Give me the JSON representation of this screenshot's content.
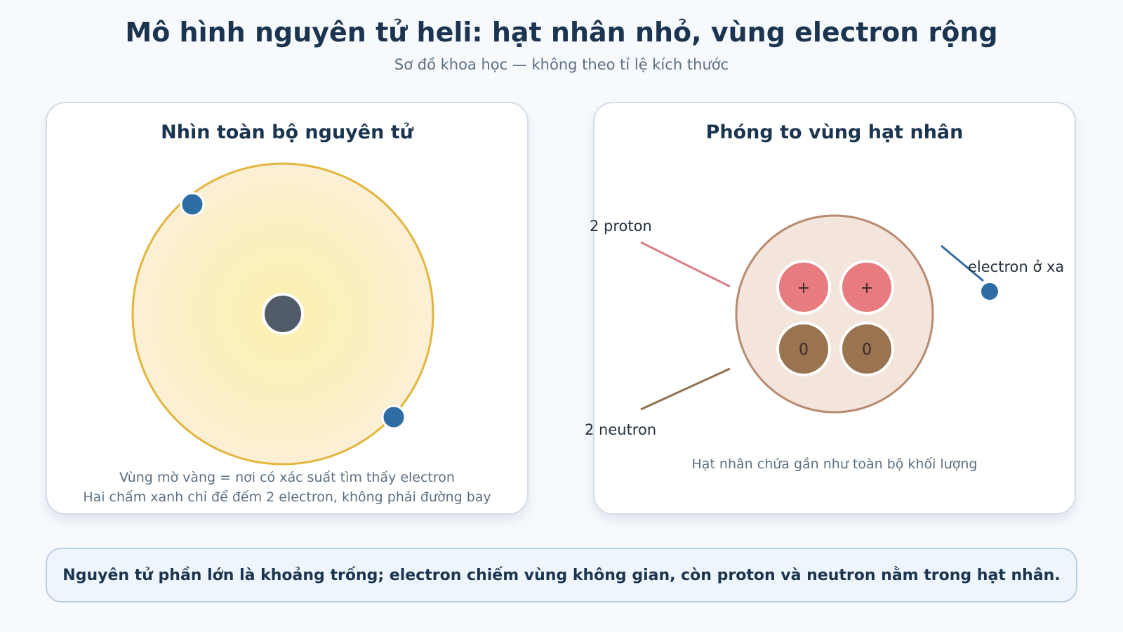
{
  "title": "Mô hình nguyên tử heli: hạt nhân nhỏ, vùng electron rộng",
  "subtitle": "Sơ đồ khoa học — không theo tỉ lệ kích thước",
  "left_panel": {
    "title": "Nhìn toàn bộ nguyên tử",
    "caption_line1": "Vùng mờ vàng = nơi có xác suất tìm thấy electron",
    "caption_line2": "Hai chấm xanh chỉ để đếm 2 electron, không phải đường bay"
  },
  "right_panel": {
    "title": "Phóng to vùng hạt nhân",
    "label_proton": "2 proton",
    "label_neutron": "2 neutron",
    "label_electron": "electron ở xa",
    "proton_sign": "+",
    "neutron_sign": "0",
    "caption": "Hạt nhân chứa gần như toàn bộ khối lượng"
  },
  "summary": "Nguyên tử phần lớn là khoảng trống; electron chiếm vùng không gian, còn proton và neutron nằm trong hạt nhân.",
  "colors": {
    "cloud_edge": "#e2b53c",
    "cloud_fill": "#fbeeb2",
    "electron": "#2e6da4",
    "nucleus_dark": "#525c69",
    "proton": "#e77b80",
    "neutron": "#9a7450",
    "nucleus_bg": "#f3e4dc",
    "nucleus_edge": "#b88a70"
  }
}
